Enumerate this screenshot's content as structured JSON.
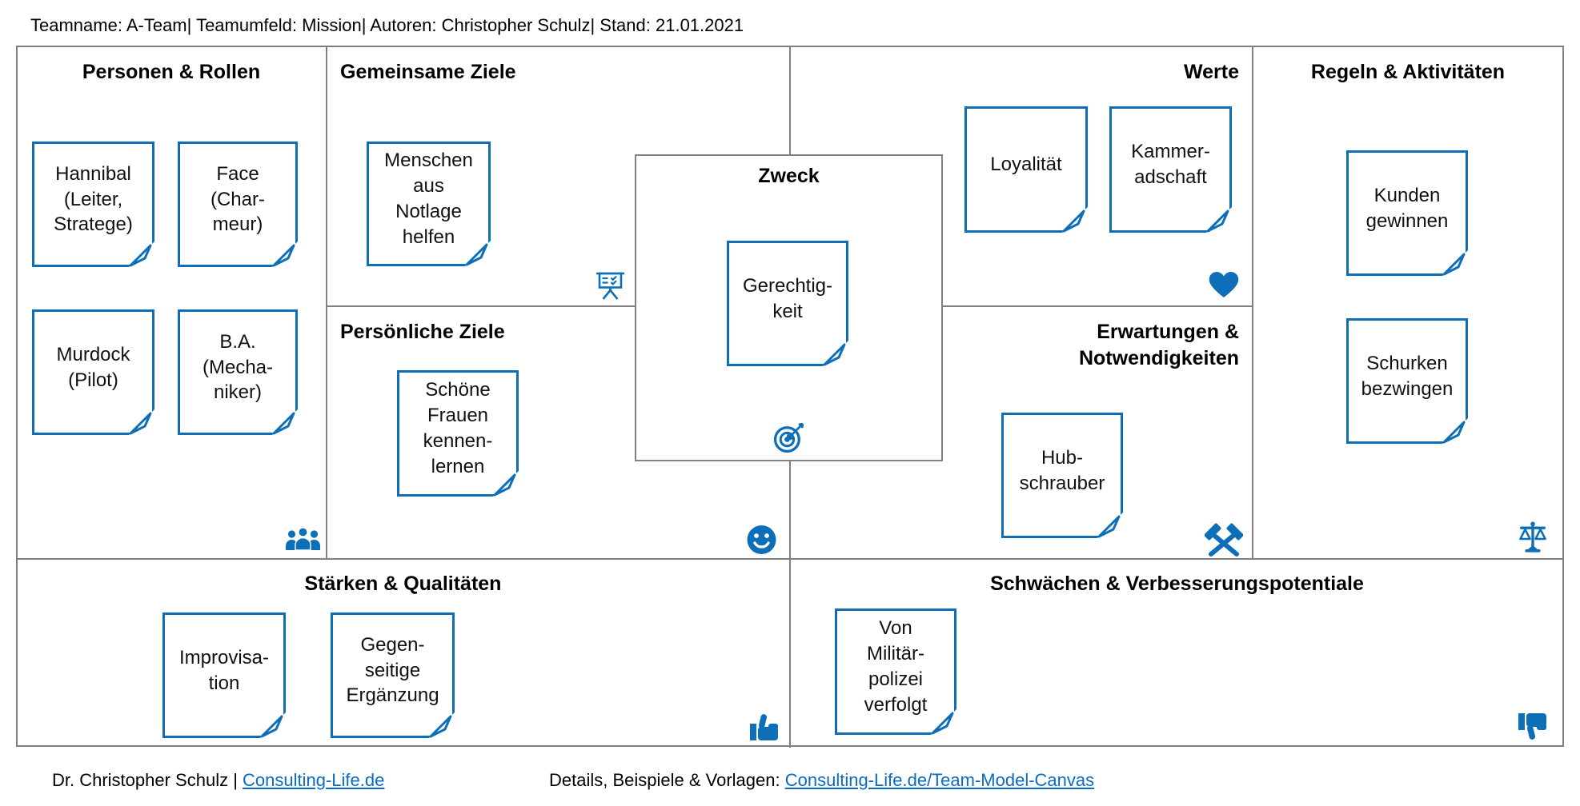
{
  "header": {
    "text": "Teamname: A-Team| Teamumfeld: Mission| Autoren: Christopher Schulz| Stand: 21.01.2021"
  },
  "colors": {
    "accent_blue": "#0e6fb8",
    "grid_gray": "#808080",
    "link_blue": "#0b6bc2",
    "text_black": "#000000"
  },
  "sections": {
    "personen": {
      "title": "Personen & Rollen",
      "icon": "people-icon",
      "notes": {
        "hannibal": "Hannibal\n(Leiter,\nStratege)",
        "face": "Face\n(Char-\nmeur)",
        "murdock": "Murdock\n(Pilot)",
        "ba": "B.A.\n(Mecha-\nniker)"
      }
    },
    "gemeinsame": {
      "title": "Gemeinsame Ziele",
      "icon": "presentation-icon",
      "notes": {
        "menschen": "Menschen\naus\nNotlage\nhelfen"
      }
    },
    "werte": {
      "title": "Werte",
      "icon": "heart-icon",
      "notes": {
        "loyalitaet": "Loyalität",
        "kammeradschaft": "Kammer-\nadschaft"
      }
    },
    "regeln": {
      "title": "Regeln & Aktivitäten",
      "icon": "scales-icon",
      "notes": {
        "kunden": "Kunden\ngewinnen",
        "schurken": "Schurken\nbezwingen"
      }
    },
    "zweck": {
      "title": "Zweck",
      "icon": "target-icon",
      "notes": {
        "gerechtigkeit": "Gerechtig-\nkeit"
      }
    },
    "persoenliche": {
      "title": "Persönliche Ziele",
      "icon": "smiley-icon",
      "notes": {
        "schoene": "Schöne\nFrauen\nkennen-\nlernen"
      }
    },
    "erwartungen": {
      "title": "Erwartungen &\nNotwendigkeiten",
      "icon": "hammers-icon",
      "notes": {
        "hubschrauber": "Hub-\nschrauber"
      }
    },
    "staerken": {
      "title": "Stärken & Qualitäten",
      "icon": "thumbs-up-icon",
      "notes": {
        "improvisation": "Improvisa-\ntion",
        "gegenseitige": "Gegen-\nseitige\nErgänzung"
      }
    },
    "schwaechen": {
      "title": "Schwächen & Verbesserungspotentiale",
      "icon": "thumbs-down-icon",
      "notes": {
        "militaerpolizei": "Von\nMilitär-\npolizei\nverfolgt"
      }
    }
  },
  "footer": {
    "author_label": "Dr. Christopher Schulz | ",
    "author_link": "Consulting-Life.de",
    "details_label": "Details, Beispiele & Vorlagen: ",
    "details_link": "Consulting-Life.de/Team-Model-Canvas"
  }
}
